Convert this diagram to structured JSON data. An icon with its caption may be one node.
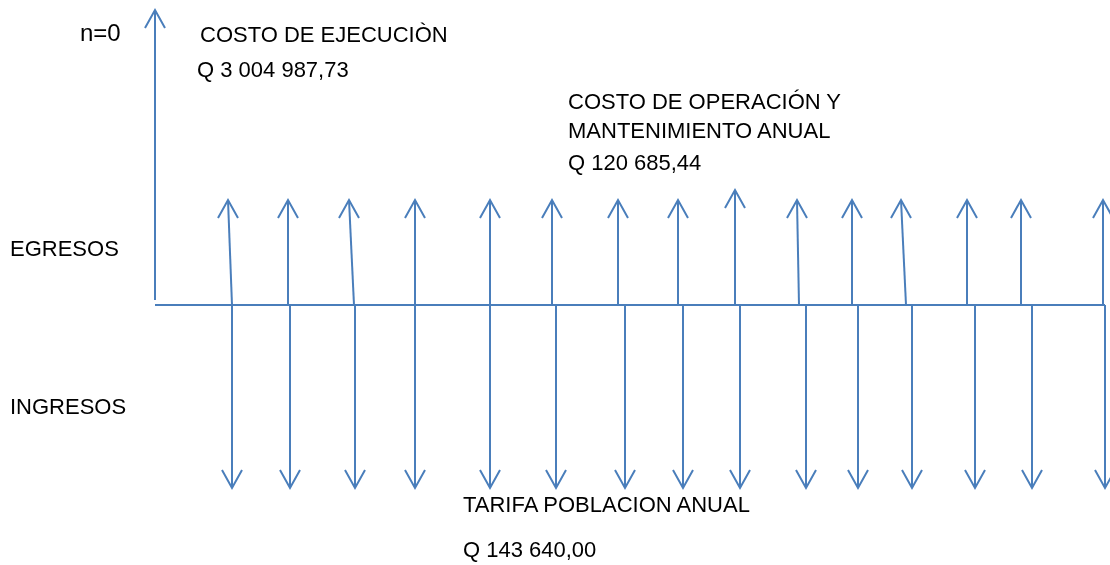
{
  "diagram": {
    "labels": [
      "n=0",
      "COSTO DE EJECUCIÒN",
      "Q 3 004 987,73",
      "COSTO DE OPERACIÓN Y MANTENIMIENTO ANUAL",
      "Q 120 685,44",
      "EGRESOS",
      "INGRESOS",
      "TARIFA POBLACION ANUAL",
      "Q 143 640,00"
    ]
  }
}
